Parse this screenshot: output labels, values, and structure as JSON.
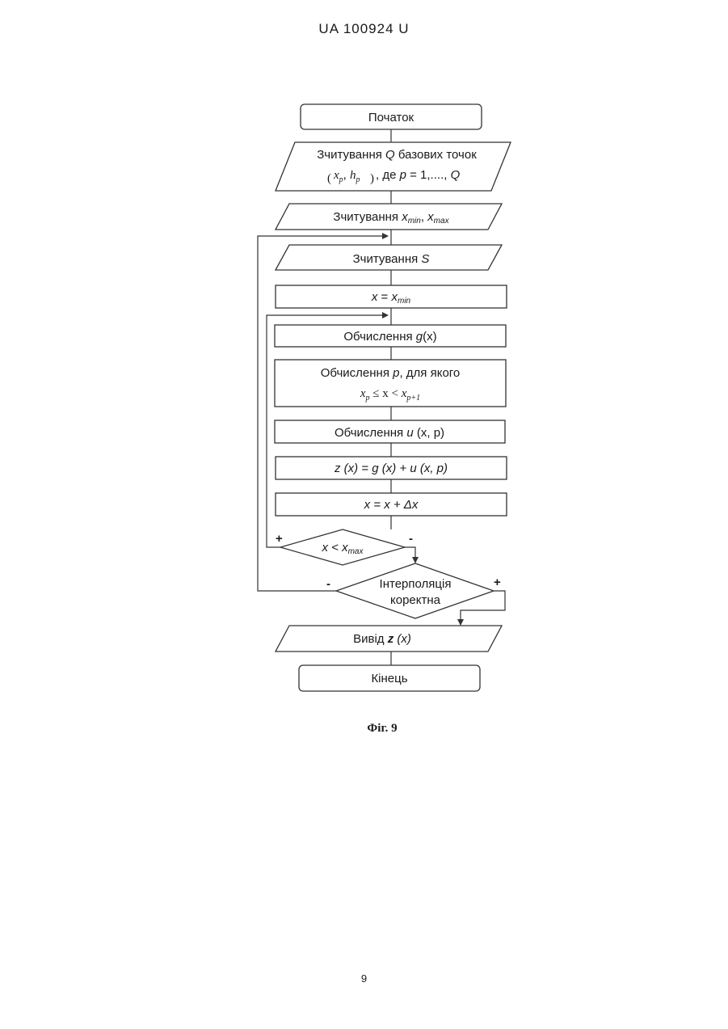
{
  "header": {
    "doc_id": "UA   100924   U"
  },
  "flowchart": {
    "start": "Початок",
    "read_points": {
      "line1_prefix": "Зчитування",
      "line1_var": "Q",
      "line1_suffix": "базових точок",
      "line2_x": "x",
      "line2_xsub": "p",
      "line2_sep": ", ",
      "line2_h": "h",
      "line2_hsub": "p",
      "line2_rest": ", де",
      "line2_p": "p",
      "line2_eq": "= 1,....,",
      "line2_Q": "Q"
    },
    "read_range": {
      "prefix": "Зчитування",
      "x1": "x",
      "sub1": "min",
      "comma": ",",
      "x2": "x",
      "sub2": "max"
    },
    "read_s": {
      "prefix": "Зчитування",
      "var": "S"
    },
    "init_x": {
      "lhs": "x",
      "eq": "=",
      "rhs": "x",
      "sub": "min"
    },
    "calc_g": {
      "prefix": "Обчислення",
      "func": "g",
      "arg": "(x)"
    },
    "calc_p": {
      "line1_prefix": "Обчислення",
      "line1_var": "p",
      "line1_suffix": ", для якого",
      "cond_x1": "x",
      "cond_sub1": "p",
      "cond_op": "≤ x <",
      "cond_x2": "x",
      "cond_sub2": "p+1"
    },
    "calc_u": {
      "prefix": "Обчислення",
      "func": "u",
      "args": "(x, p)"
    },
    "sum": {
      "text": "z (x) = g (x) + u (x, p)"
    },
    "step": {
      "text": "x = x + Δx"
    },
    "cond_loop": {
      "lhs": "x <",
      "x": "x",
      "sub": "max",
      "yes": "+",
      "no": "-"
    },
    "cond_valid": {
      "line1": "Інтерполяція",
      "line2": "коректна",
      "yes": "+",
      "no": "-"
    },
    "output": {
      "prefix": "Вивід",
      "func": "z",
      "arg": "(x)"
    },
    "end": "Кінець"
  },
  "caption": "Фіг. 9",
  "page_number": "9"
}
